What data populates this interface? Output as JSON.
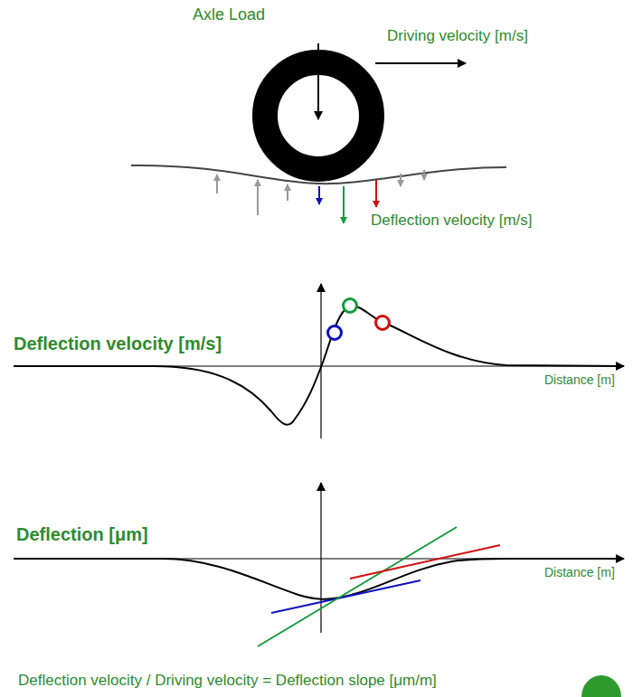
{
  "diagram": {
    "labels": [
      "Axle Load",
      "Driving velocity [m/s]",
      "Deflection velocity [m/s]",
      "Deflection velocity [m/s]",
      "Distance [m]",
      "Deflection [μm]",
      "Distance [m]",
      "Deflection velocity / Driving velocity = Deflection slope [μm/m]"
    ]
  }
}
